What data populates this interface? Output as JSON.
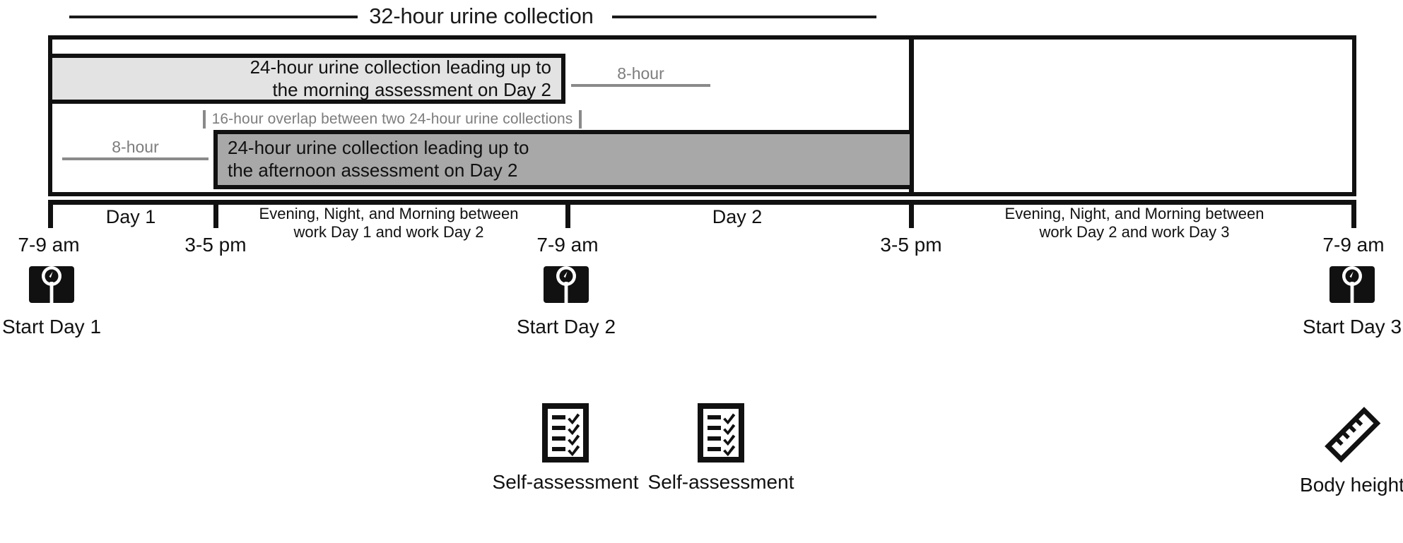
{
  "figure": {
    "title_line": "32-hour urine collection",
    "background": "#ffffff",
    "ink": "#111111",
    "gray_annotation_color": "#7d7d7d",
    "light_bar_fill": "#e3e3e3",
    "dark_bar_fill": "#a8a8a8"
  },
  "bars": {
    "morning": {
      "label": "24-hour urine collection leading up to\nthe morning assessment on Day 2",
      "fill": "#e3e3e3"
    },
    "afternoon": {
      "label": "24-hour urine collection leading up to\nthe afternoon assessment on Day 2",
      "fill": "#a8a8a8"
    }
  },
  "annotations": {
    "eight_hour_top": "8-hour",
    "eight_hour_bottom": "8-hour",
    "overlap": "16-hour overlap between two 24-hour urine collections"
  },
  "axis": {
    "periods": [
      {
        "text": "Day 1"
      },
      {
        "text": "Evening, Night, and Morning between\nwork Day 1 and work Day 2"
      },
      {
        "text": "Day 2"
      },
      {
        "text": "Evening, Night, and Morning between\nwork Day 2 and work Day 3"
      }
    ],
    "time_labels": [
      "7-9 am",
      "3-5 pm",
      "7-9 am",
      "3-5 pm",
      "7-9 am"
    ]
  },
  "events": [
    {
      "icon": "scale-icon",
      "caption": "Start Day 1"
    },
    {
      "icon": "scale-icon",
      "caption": "Start Day 2"
    },
    {
      "icon": "checklist-icon",
      "caption": "Self-assessment"
    },
    {
      "icon": "checklist-icon",
      "caption": "Self-assessment"
    },
    {
      "icon": "scale-icon",
      "caption": "Start Day 3"
    },
    {
      "icon": "ruler-icon",
      "caption": "Body height"
    }
  ]
}
